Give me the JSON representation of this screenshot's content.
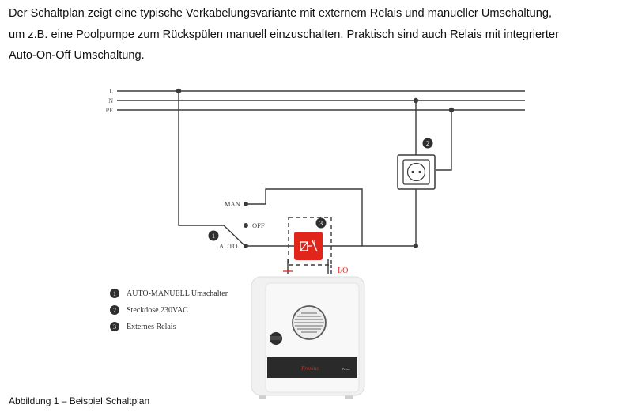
{
  "intro": {
    "line1": "Der Schaltplan zeigt eine typische Verkabelungsvariante mit externem Relais und manueller Umschaltung,",
    "line2": "um z.B. eine Poolpumpe zum Rückspülen manuell einzuschalten. Praktisch sind auch Relais mit integrierter",
    "line3": "Auto-On-Off Umschaltung."
  },
  "diagram": {
    "bus_labels": {
      "l": "L",
      "n": "N",
      "pe": "PE"
    },
    "switch_labels": {
      "man": "MAN",
      "off": "OFF",
      "auto": "AUTO"
    },
    "markers": {
      "switch": "1",
      "socket": "2",
      "relay": "3"
    },
    "io_label": "I/O",
    "inverter_brand": "Fronius",
    "inverter_model": "Primo",
    "legend": [
      {
        "number": "1",
        "text": "AUTO-MANUELL Umschalter"
      },
      {
        "number": "2",
        "text": "Steckdose 230VAC"
      },
      {
        "number": "3",
        "text": "Externes Relais"
      }
    ],
    "colors": {
      "wire": "#3a3a3a",
      "relay": "#e1251b",
      "inverter_panel": "#2a2a2a"
    }
  },
  "caption": "Abbildung 1 – Beispiel Schaltplan"
}
